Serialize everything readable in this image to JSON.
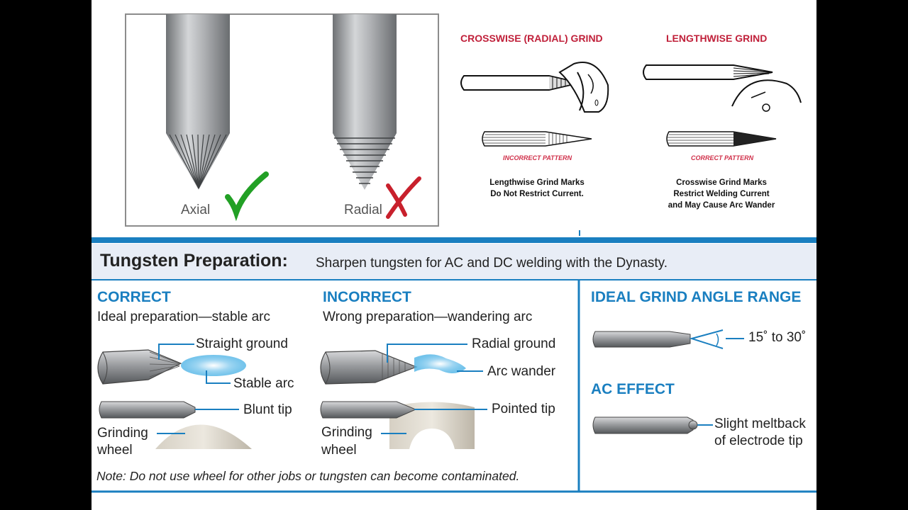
{
  "top_left": {
    "axial_label": "Axial",
    "radial_label": "Radial"
  },
  "top_right": {
    "crosswise_title": "CROSSWISE (RADIAL) GRIND",
    "lengthwise_title": "LENGTHWISE GRIND",
    "incorrect_pattern": "INCORRECT PATTERN",
    "correct_pattern": "CORRECT PATTERN",
    "left_caption": [
      "Lengthwise Grind Marks",
      "Do Not Restrict Current."
    ],
    "right_caption": [
      "Crosswise Grind Marks",
      "Restrict Welding Current",
      "and May Cause Arc Wander"
    ]
  },
  "banner": {
    "title": "Tungsten Preparation:",
    "text": "Sharpen tungsten for AC and DC welding with the Dynasty."
  },
  "correct": {
    "heading": "CORRECT",
    "subtitle": "Ideal preparation—stable arc",
    "straight_ground": "Straight ground",
    "stable_arc": "Stable arc",
    "blunt_tip": "Blunt tip",
    "grinding": "Grinding",
    "wheel": "wheel"
  },
  "incorrect": {
    "heading": "INCORRECT",
    "subtitle": "Wrong preparation—wandering arc",
    "radial_ground": "Radial ground",
    "arc_wander": "Arc wander",
    "pointed_tip": "Pointed tip",
    "grinding": "Grinding",
    "wheel": "wheel"
  },
  "note": "Note: Do not use wheel for other jobs or tungsten can become contaminated.",
  "ideal_angle": {
    "heading": "IDEAL GRIND ANGLE RANGE",
    "range": "15˚ to 30˚"
  },
  "ac_effect": {
    "heading": "AC EFFECT",
    "line1": "Slight meltback",
    "line2": "of electrode tip"
  },
  "colors": {
    "blue": "#1a7fc0",
    "red": "#c0203a",
    "green": "#2aa02a",
    "banner_bg": "#e8edf6",
    "rod": "#8a8c90"
  }
}
